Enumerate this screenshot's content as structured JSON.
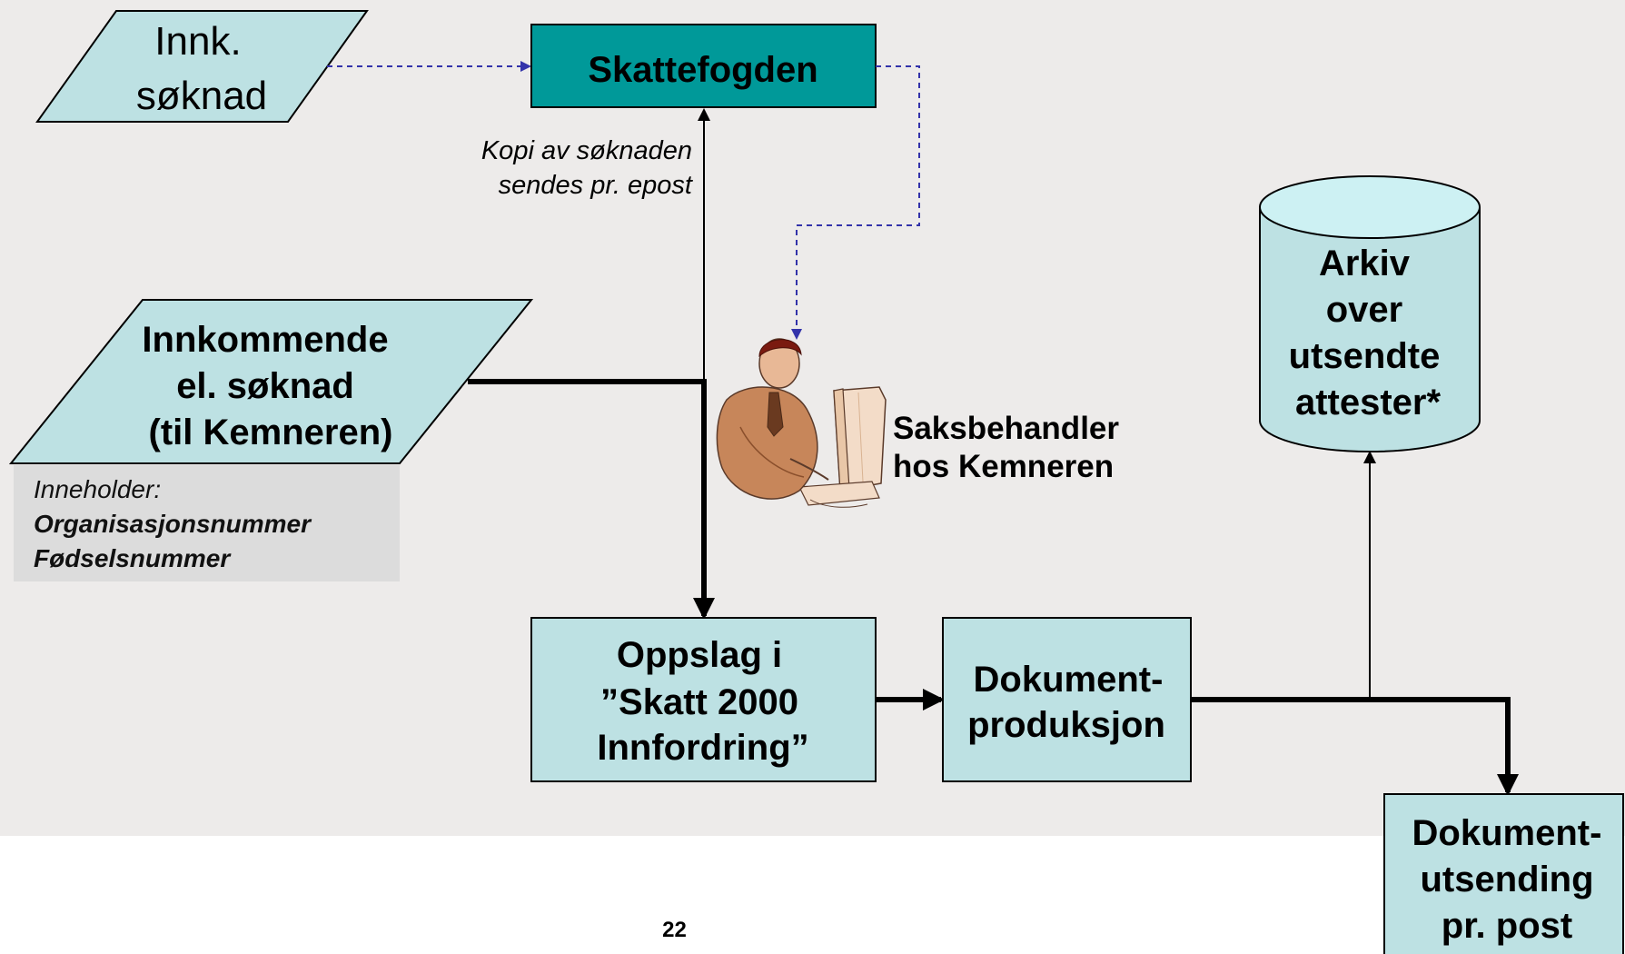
{
  "nodes": {
    "innk_soknad": [
      "Innk.",
      "søknad"
    ],
    "skattefogden": "Skattefogden",
    "copy_note": [
      "Kopi av søknaden",
      "sendes pr. epost"
    ],
    "innkommende": [
      "Innkommende",
      "el. søknad",
      "(til Kemneren)"
    ],
    "contents": {
      "label": "Inneholder:",
      "items": [
        "Organisasjonsnummer",
        "Fødselsnummer"
      ]
    },
    "caseworker": [
      "Saksbehandler",
      "hos Kemneren"
    ],
    "archive": [
      "Arkiv",
      "over",
      "utsendte",
      "attester*"
    ],
    "oppslag": [
      "Oppslag i",
      "”Skatt 2000",
      "Innfordring”"
    ],
    "dokprod": [
      "Dokument-",
      "produksjon"
    ],
    "dokutsend": [
      "Dokument-",
      "utsending",
      "pr. post"
    ]
  },
  "page_number": "22",
  "colors": {
    "background": "#edebea",
    "box_fill": "#bde1e3",
    "skattefogden_fill": "#009999",
    "archive_top": "#cdf1f3",
    "note_fill": "#dcdcdc",
    "dashed_line": "#3333aa"
  },
  "icons": {
    "caseworker": "person-at-computer-icon"
  }
}
